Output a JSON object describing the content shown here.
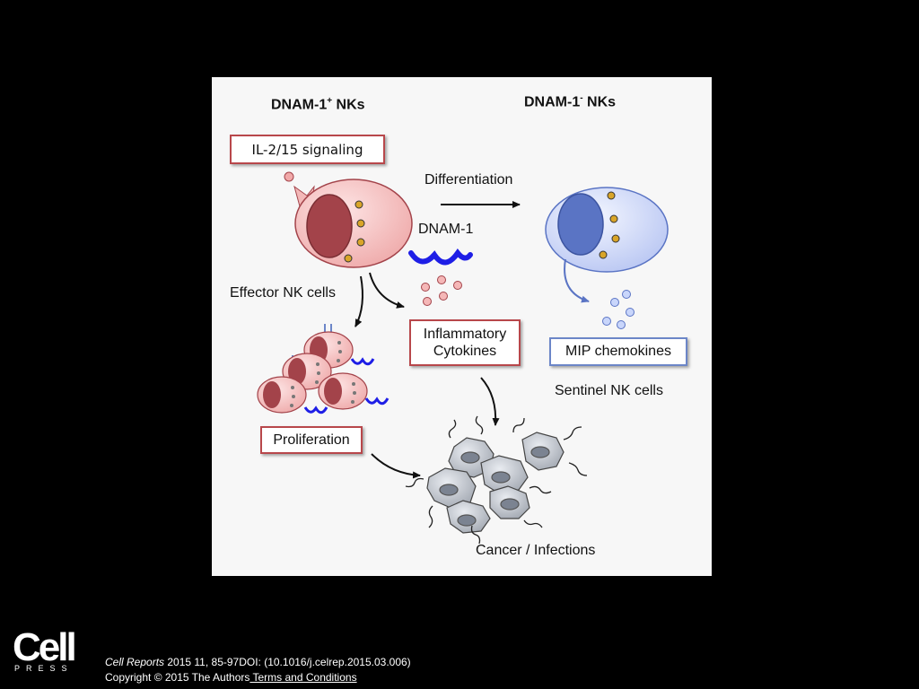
{
  "diagram": {
    "header_left": {
      "main": "DNAM-1",
      "sup": "+",
      "tail": " NKs"
    },
    "header_right": {
      "main": "DNAM-1",
      "sup": "-",
      "tail": " NKs"
    },
    "il_signaling": "IL-2/15 signaling",
    "differentiation": "Differentiation",
    "dnam1": "DNAM-1",
    "effector": "Effector NK cells",
    "inflammatory_line1": "Inflammatory",
    "inflammatory_line2": "Cytokines",
    "mip": "MIP chemokines",
    "sentinel": "Sentinel NK cells",
    "proliferation": "Proliferation",
    "cancer": "Cancer / Infections"
  },
  "footer": {
    "logo_main": "Cell",
    "logo_sub": "PRESS",
    "journal": "Cell Reports",
    "citation": " 2015 11, 85-97DOI: (10.1016/j.celrep.2015.03.006)",
    "copyright": "Copyright © 2015 The Authors",
    "terms": " Terms and Conditions"
  },
  "colors": {
    "pink_cell": "#f3b8b8",
    "nucleus_red": "#a3434a",
    "blue_cell": "#c3d0f7",
    "nucleus_blue": "#5a74c4",
    "receptor_blue": "#1e1ee6",
    "box_red": "#b8474b",
    "box_blue": "#6c86c8"
  }
}
